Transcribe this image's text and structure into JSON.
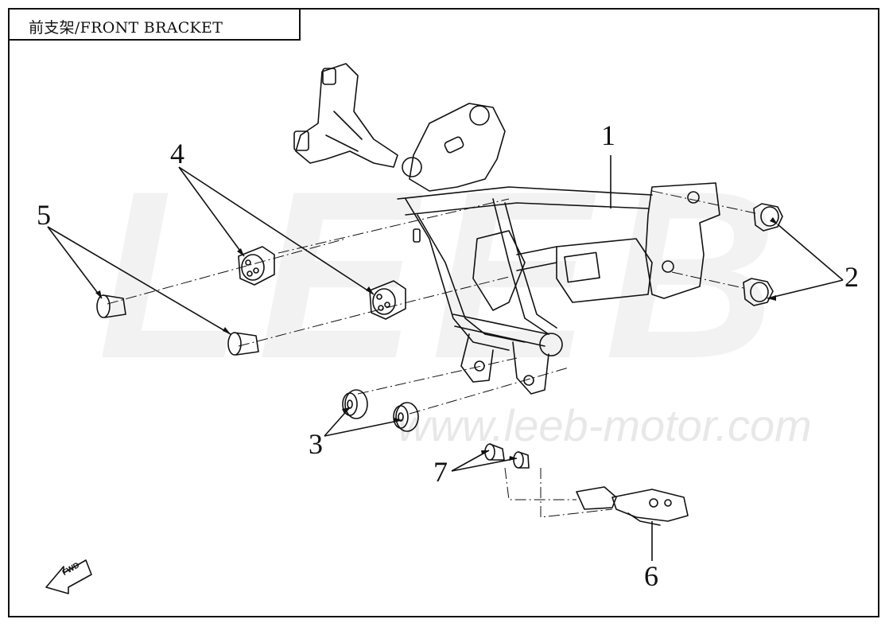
{
  "header": {
    "title": "前支架/FRONT BRACKET"
  },
  "watermark": {
    "logo_text": "LEEB",
    "url_text": "www.leeb-motor.com"
  },
  "callouts": [
    {
      "number": "1"
    },
    {
      "number": "2"
    },
    {
      "number": "3"
    },
    {
      "number": "4"
    },
    {
      "number": "5"
    },
    {
      "number": "6"
    },
    {
      "number": "7"
    }
  ],
  "direction_arrow": {
    "label": "FWD"
  }
}
